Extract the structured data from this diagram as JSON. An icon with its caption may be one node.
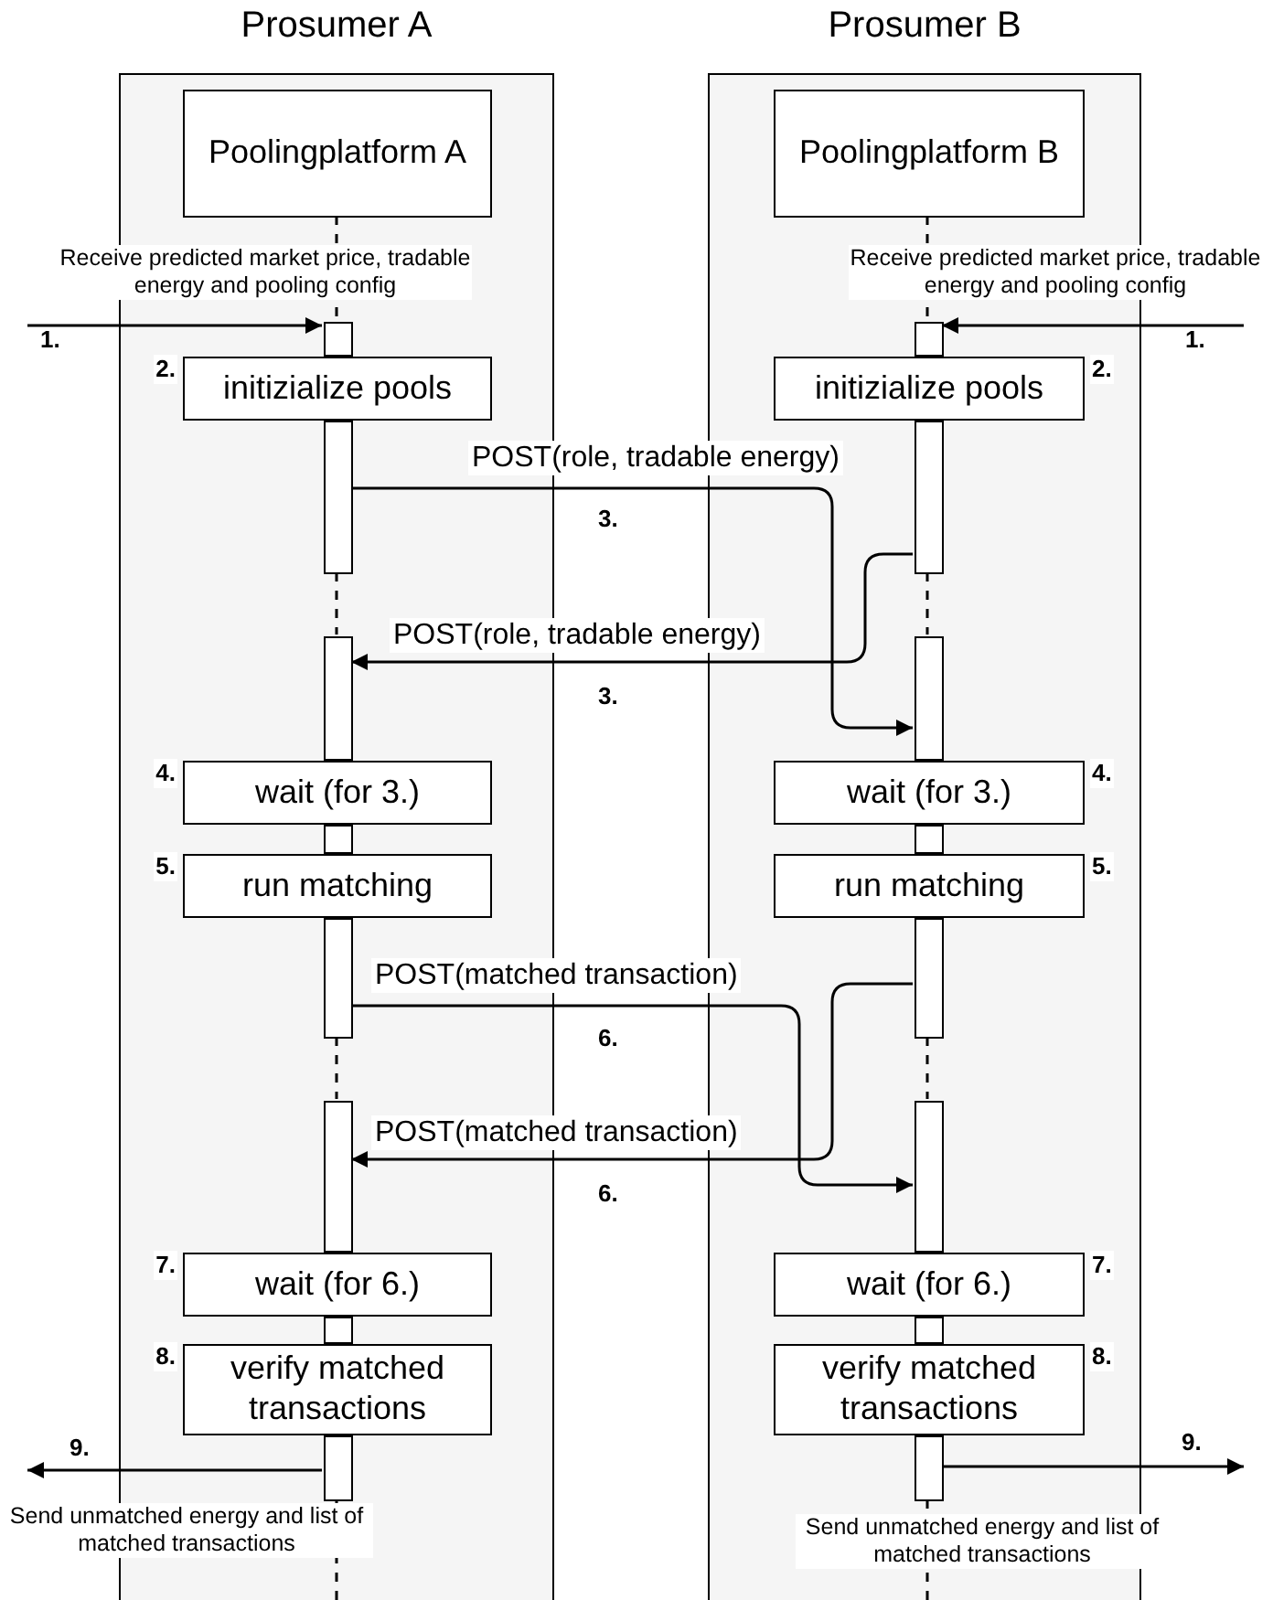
{
  "diagram": {
    "nodes": [
      {
        "text": [
          "Prosumer A"
        ]
      },
      {
        "text": [
          "Poolingplatform A"
        ],
        "in": 0
      },
      {
        "text": [],
        "shape": "bar",
        "in": 0
      },
      {
        "text": [
          "initizialize pools"
        ],
        "in": 0,
        "beside": [
          "2."
        ]
      },
      {
        "text": [],
        "shape": "bar",
        "in": 0
      },
      {
        "text": [],
        "shape": "bar",
        "in": 0
      },
      {
        "text": [
          "wait (for 3.)"
        ],
        "in": 0,
        "beside": [
          "4."
        ]
      },
      {
        "text": [],
        "shape": "bar",
        "in": 0
      },
      {
        "text": [
          "run matching"
        ],
        "in": 0,
        "beside": [
          "5."
        ]
      },
      {
        "text": [],
        "shape": "bar",
        "in": 0
      },
      {
        "text": [],
        "shape": "bar",
        "in": 0
      },
      {
        "text": [
          "wait (for 6.)"
        ],
        "in": 0,
        "beside": [
          "7."
        ]
      },
      {
        "text": [],
        "shape": "bar",
        "in": 0
      },
      {
        "text": [
          "verify matched transactions"
        ],
        "in": 0,
        "beside": [
          "8."
        ]
      },
      {
        "text": [],
        "shape": "bar",
        "in": 0
      },
      {
        "text": [
          "Prosumer B"
        ]
      },
      {
        "text": [
          "Poolingplatform B"
        ],
        "in": 15
      },
      {
        "text": [],
        "shape": "bar",
        "in": 15
      },
      {
        "text": [
          "initizialize pools"
        ],
        "in": 15,
        "beside": [
          "2."
        ]
      },
      {
        "text": [],
        "shape": "bar",
        "in": 15
      },
      {
        "text": [],
        "shape": "bar",
        "in": 15
      },
      {
        "text": [
          "wait (for 3.)"
        ],
        "in": 15,
        "beside": [
          "4."
        ]
      },
      {
        "text": [],
        "shape": "bar",
        "in": 15
      },
      {
        "text": [
          "run matching"
        ],
        "in": 15,
        "beside": [
          "5."
        ]
      },
      {
        "text": [],
        "shape": "bar",
        "in": 15
      },
      {
        "text": [],
        "shape": "bar",
        "in": 15
      },
      {
        "text": [
          "wait (for 6.)"
        ],
        "in": 15,
        "beside": [
          "7."
        ]
      },
      {
        "text": [],
        "shape": "bar",
        "in": 15
      },
      {
        "text": [
          "verify matched transactions"
        ],
        "in": 15,
        "beside": [
          "8."
        ]
      },
      {
        "text": [],
        "shape": "bar",
        "in": 15
      }
    ],
    "edges": [
      {
        "from": null,
        "to": 2,
        "arrow": "to",
        "label": "Receive predicted market price, tradable energy and pooling config"
      },
      {
        "from": null,
        "to": 17,
        "arrow": "to",
        "label": "Receive predicted market price, tradable energy and pooling config"
      },
      {
        "from": 4,
        "to": 20,
        "arrow": "to",
        "label": "POST(role, tradable energy)"
      },
      {
        "from": 19,
        "to": 5,
        "arrow": "to",
        "label": "POST(role, tradable energy)"
      },
      {
        "from": 9,
        "to": 25,
        "arrow": "to",
        "label": "POST(matched transaction)"
      },
      {
        "from": 24,
        "to": 10,
        "arrow": "to",
        "label": "POST(matched transaction)"
      },
      {
        "from": 14,
        "to": null,
        "arrow": "to",
        "label": "Send unmatched energy and list of matched transactions"
      },
      {
        "from": 29,
        "to": null,
        "arrow": "to",
        "label": "Send unmatched energy and list of matched transactions"
      },
      {
        "from": 1,
        "to": 2,
        "arrow": "none",
        "style": "dashed"
      },
      {
        "from": 4,
        "to": 5,
        "arrow": "none",
        "style": "dashed"
      },
      {
        "from": 9,
        "to": 10,
        "arrow": "none",
        "style": "dashed"
      },
      {
        "from": 16,
        "to": 17,
        "arrow": "none",
        "style": "dashed"
      },
      {
        "from": 19,
        "to": 20,
        "arrow": "none",
        "style": "dashed"
      },
      {
        "from": 24,
        "to": 25,
        "arrow": "none",
        "style": "dashed"
      }
    ],
    "labels": [
      "1.",
      "1.",
      "3.",
      "3.",
      "6.",
      "6.",
      "9.",
      "9."
    ]
  }
}
